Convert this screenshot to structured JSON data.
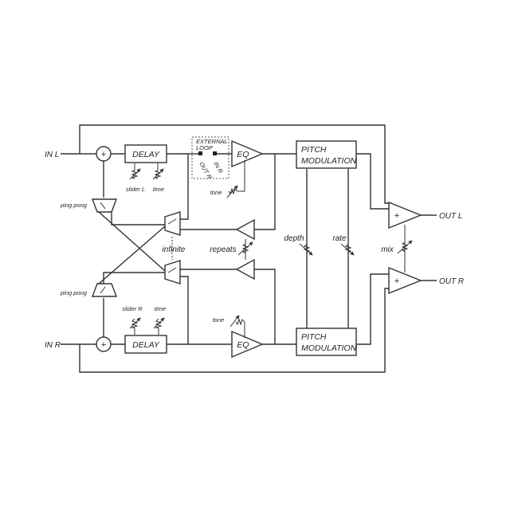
{
  "inputs": {
    "in_l": "IN L",
    "in_r": "IN R"
  },
  "outputs": {
    "out_l": "OUT L",
    "out_r": "OUT R"
  },
  "blocks": {
    "delay_l": "DELAY",
    "delay_r": "DELAY",
    "eq_l": "EQ",
    "eq_r": "EQ",
    "pitch_l": [
      "PITCH",
      "MODULATION"
    ],
    "pitch_r": [
      "PITCH",
      "MODULATION"
    ],
    "external_loop": [
      "EXTERNAL",
      "LOOP"
    ],
    "loop_out": "OUT R",
    "loop_in": "IN R"
  },
  "controls": {
    "slider_l": "slider L",
    "time_l": "time",
    "slider_r": "slider R",
    "time_r": "time",
    "tone_l": "tone",
    "tone_r": "tone",
    "ping_pong_l": "ping pong",
    "ping_pong_r": "ping pong",
    "infinite": "infinite",
    "repeats": "repeats",
    "depth": "depth",
    "rate": "rate",
    "mix": "mix"
  },
  "symbols": {
    "sum": "+"
  }
}
